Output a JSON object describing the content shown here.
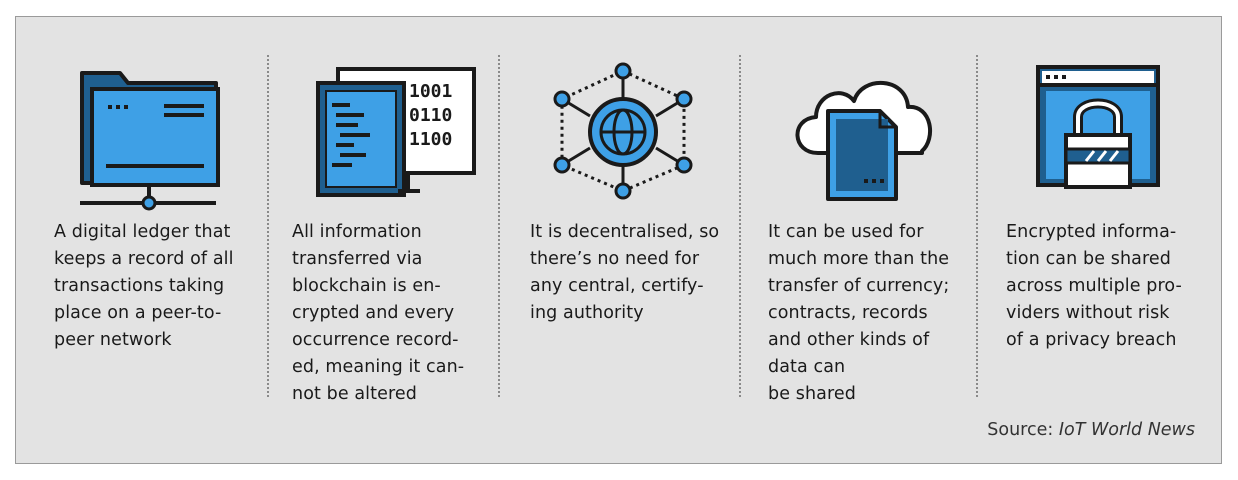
{
  "colors": {
    "panel_bg": "#e3e3e3",
    "accent_blue": "#3ea0e6",
    "dark_blue": "#1f5f8f",
    "outline": "#1a1a1a"
  },
  "columns": [
    {
      "icon": "network-folder-icon",
      "text": "A digital ledger that\nkeeps a record of all\ntransactions taking\nplace on a peer-to-\npeer network"
    },
    {
      "icon": "binary-monitor-icon",
      "text": "All information\ntransferred via\nblockchain is en-\ncrypted and every\noccurrence record-\ned, meaning it can-\nnot be altered",
      "binary": [
        "1001",
        "0110",
        "1100"
      ]
    },
    {
      "icon": "decentralised-network-icon",
      "text": "It is decentralised, so\nthere’s no need for\nany central, certify-\ning authority"
    },
    {
      "icon": "cloud-document-icon",
      "text": "It can be used for\nmuch more than the\ntransfer of currency;\ncontracts, records\nand other kinds of\ndata can\nbe shared"
    },
    {
      "icon": "padlock-window-icon",
      "text": "Encrypted informa-\ntion can be shared\nacross multiple pro-\nviders without risk\nof a privacy breach"
    }
  ],
  "source": {
    "label": "Source:",
    "name": "IoT World News"
  }
}
